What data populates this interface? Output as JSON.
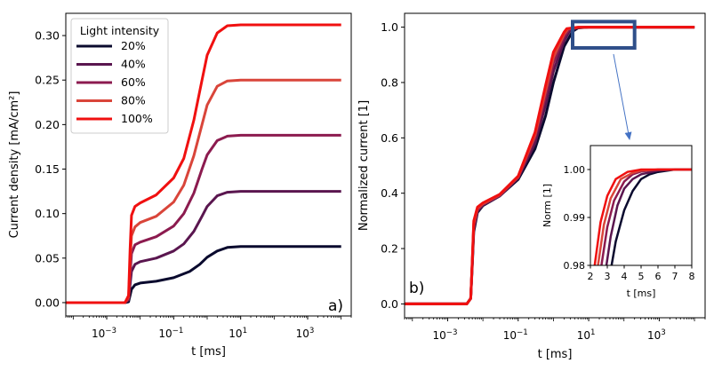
{
  "chart_data": [
    {
      "panel_label": "a)",
      "type": "line",
      "xlabel": "t [ms]",
      "ylabel": "Current density [mA/cm²]",
      "xscale": "log",
      "xlim": [
        6e-05,
        20000
      ],
      "ylim": [
        -0.015,
        0.325
      ],
      "xticks": [
        {
          "value": 0.001,
          "label": "10",
          "exp": "−3"
        },
        {
          "value": 0.1,
          "label": "10",
          "exp": "−1"
        },
        {
          "value": 10,
          "label": "10",
          "exp": "1"
        },
        {
          "value": 1000,
          "label": "10",
          "exp": "3"
        }
      ],
      "yticks": [
        {
          "value": 0.0,
          "label": "0.00"
        },
        {
          "value": 0.05,
          "label": "0.05"
        },
        {
          "value": 0.1,
          "label": "0.10"
        },
        {
          "value": 0.15,
          "label": "0.15"
        },
        {
          "value": 0.2,
          "label": "0.20"
        },
        {
          "value": 0.25,
          "label": "0.25"
        },
        {
          "value": 0.3,
          "label": "0.30"
        }
      ],
      "grid": false,
      "legend": {
        "title": "Light intensity",
        "placement": "top-left"
      },
      "series": [
        {
          "name": "20%",
          "color": "#0a0a2e",
          "x": [
            6e-05,
            0.0035,
            0.0045,
            0.005,
            0.0055,
            0.007,
            0.01,
            0.03,
            0.1,
            0.3,
            0.6,
            1,
            2,
            4,
            10,
            100,
            10000
          ],
          "y": [
            0,
            0,
            0.001,
            0.008,
            0.015,
            0.02,
            0.022,
            0.024,
            0.028,
            0.035,
            0.043,
            0.051,
            0.058,
            0.062,
            0.063,
            0.063,
            0.063
          ]
        },
        {
          "name": "40%",
          "color": "#5a164f",
          "x": [
            6e-05,
            0.0035,
            0.0045,
            0.005,
            0.0055,
            0.007,
            0.01,
            0.03,
            0.1,
            0.2,
            0.4,
            0.7,
            1,
            2,
            4,
            10,
            100,
            10000
          ],
          "y": [
            0,
            0,
            0.003,
            0.02,
            0.035,
            0.043,
            0.046,
            0.05,
            0.058,
            0.066,
            0.08,
            0.097,
            0.108,
            0.12,
            0.124,
            0.125,
            0.125,
            0.125
          ]
        },
        {
          "name": "60%",
          "color": "#8c1b4f",
          "x": [
            6e-05,
            0.0035,
            0.0045,
            0.005,
            0.0055,
            0.007,
            0.01,
            0.03,
            0.1,
            0.2,
            0.4,
            0.7,
            1,
            2,
            4,
            10,
            100,
            10000
          ],
          "y": [
            0,
            0,
            0.004,
            0.03,
            0.055,
            0.065,
            0.068,
            0.074,
            0.086,
            0.1,
            0.123,
            0.15,
            0.166,
            0.182,
            0.187,
            0.188,
            0.188,
            0.188
          ]
        },
        {
          "name": "80%",
          "color": "#d9453a",
          "x": [
            6e-05,
            0.0035,
            0.0045,
            0.005,
            0.0055,
            0.007,
            0.01,
            0.03,
            0.1,
            0.2,
            0.4,
            0.7,
            1,
            2,
            4,
            10,
            100,
            10000
          ],
          "y": [
            0,
            0,
            0.006,
            0.045,
            0.075,
            0.085,
            0.09,
            0.097,
            0.113,
            0.132,
            0.165,
            0.2,
            0.222,
            0.243,
            0.249,
            0.25,
            0.25,
            0.25
          ]
        },
        {
          "name": "100%",
          "color": "#f01010",
          "x": [
            6e-05,
            0.0035,
            0.0045,
            0.005,
            0.0055,
            0.007,
            0.01,
            0.03,
            0.1,
            0.2,
            0.4,
            0.7,
            1,
            2,
            4,
            10,
            100,
            10000
          ],
          "y": [
            0,
            0,
            0.008,
            0.06,
            0.098,
            0.108,
            0.112,
            0.121,
            0.14,
            0.162,
            0.205,
            0.25,
            0.278,
            0.303,
            0.311,
            0.312,
            0.312,
            0.312
          ]
        }
      ]
    },
    {
      "panel_label": "b)",
      "type": "line",
      "xlabel": "t [ms]",
      "ylabel": "Normalized current [1]",
      "xscale": "log",
      "xlim": [
        6e-05,
        20000
      ],
      "ylim": [
        -0.05,
        1.05
      ],
      "xticks": [
        {
          "value": 0.001,
          "label": "10",
          "exp": "−3"
        },
        {
          "value": 0.1,
          "label": "10",
          "exp": "−1"
        },
        {
          "value": 10,
          "label": "10",
          "exp": "1"
        },
        {
          "value": 1000,
          "label": "10",
          "exp": "3"
        }
      ],
      "yticks": [
        {
          "value": 0.0,
          "label": "0.0"
        },
        {
          "value": 0.2,
          "label": "0.2"
        },
        {
          "value": 0.4,
          "label": "0.4"
        },
        {
          "value": 0.6,
          "label": "0.6"
        },
        {
          "value": 0.8,
          "label": "0.8"
        },
        {
          "value": 1.0,
          "label": "1.0"
        }
      ],
      "grid": false,
      "series": [
        {
          "name": "20%",
          "color": "#0a0a2e",
          "x": [
            6e-05,
            0.0035,
            0.0045,
            0.005,
            0.0055,
            0.007,
            0.01,
            0.03,
            0.1,
            0.3,
            0.6,
            1,
            2,
            3.5,
            5,
            10,
            100,
            10000
          ],
          "y": [
            0,
            0,
            0.02,
            0.14,
            0.26,
            0.33,
            0.355,
            0.39,
            0.45,
            0.56,
            0.68,
            0.8,
            0.93,
            0.985,
            0.997,
            1.0,
            1.0,
            1.0
          ]
        },
        {
          "name": "40%",
          "color": "#5a164f",
          "x": [
            6e-05,
            0.0035,
            0.0045,
            0.005,
            0.0055,
            0.007,
            0.01,
            0.03,
            0.1,
            0.3,
            0.6,
            1,
            2,
            3,
            5,
            10,
            100,
            10000
          ],
          "y": [
            0,
            0,
            0.02,
            0.15,
            0.27,
            0.335,
            0.357,
            0.39,
            0.455,
            0.58,
            0.72,
            0.84,
            0.95,
            0.99,
            0.998,
            1.0,
            1.0,
            1.0
          ]
        },
        {
          "name": "60%",
          "color": "#8c1b4f",
          "x": [
            6e-05,
            0.0035,
            0.0045,
            0.005,
            0.0055,
            0.007,
            0.01,
            0.03,
            0.1,
            0.3,
            0.6,
            1,
            2,
            2.8,
            5,
            10,
            100,
            10000
          ],
          "y": [
            0,
            0,
            0.02,
            0.15,
            0.28,
            0.34,
            0.36,
            0.392,
            0.458,
            0.6,
            0.75,
            0.87,
            0.965,
            0.992,
            0.999,
            1.0,
            1.0,
            1.0
          ]
        },
        {
          "name": "80%",
          "color": "#d9453a",
          "x": [
            6e-05,
            0.0035,
            0.0045,
            0.005,
            0.0055,
            0.007,
            0.01,
            0.03,
            0.1,
            0.3,
            0.6,
            1,
            2,
            2.6,
            5,
            10,
            100,
            10000
          ],
          "y": [
            0,
            0,
            0.02,
            0.16,
            0.29,
            0.345,
            0.362,
            0.394,
            0.46,
            0.61,
            0.77,
            0.89,
            0.975,
            0.994,
            0.999,
            1.0,
            1.0,
            1.0
          ]
        },
        {
          "name": "100%",
          "color": "#f01010",
          "x": [
            6e-05,
            0.0035,
            0.0045,
            0.005,
            0.0055,
            0.007,
            0.01,
            0.03,
            0.1,
            0.3,
            0.6,
            1,
            2,
            2.4,
            5,
            10,
            100,
            10000
          ],
          "y": [
            0,
            0,
            0.02,
            0.16,
            0.3,
            0.35,
            0.365,
            0.396,
            0.462,
            0.62,
            0.79,
            0.91,
            0.982,
            0.995,
            1.0,
            1.0,
            1.0,
            1.0
          ]
        }
      ],
      "highlight_box": {
        "xlim": [
          3.5,
          200
        ],
        "ylim": [
          0.925,
          1.02
        ],
        "color": "#2f4f8a"
      },
      "inset": {
        "xlabel": "t [ms]",
        "ylabel": "Norm [1]",
        "xscale": "linear",
        "xlim": [
          2,
          8
        ],
        "ylim": [
          0.98,
          1.005
        ],
        "xticks": [
          {
            "value": 2,
            "label": "2"
          },
          {
            "value": 3,
            "label": "3"
          },
          {
            "value": 4,
            "label": "4"
          },
          {
            "value": 5,
            "label": "5"
          },
          {
            "value": 6,
            "label": "6"
          },
          {
            "value": 7,
            "label": "7"
          },
          {
            "value": 8,
            "label": "8"
          }
        ],
        "yticks": [
          {
            "value": 0.98,
            "label": "0.98"
          },
          {
            "value": 0.99,
            "label": "0.99"
          },
          {
            "value": 1.0,
            "label": "1.00"
          }
        ],
        "series": [
          {
            "name": "20%",
            "color": "#0a0a2e",
            "x": [
              3.25,
              3.5,
              4,
              4.5,
              5,
              5.5,
              6,
              7,
              8
            ],
            "y": [
              0.98,
              0.985,
              0.9915,
              0.9955,
              0.998,
              0.999,
              0.9995,
              1.0,
              1.0
            ]
          },
          {
            "name": "40%",
            "color": "#5a164f",
            "x": [
              2.95,
              3.2,
              3.6,
              4,
              4.5,
              5,
              6,
              7,
              8
            ],
            "y": [
              0.98,
              0.986,
              0.9925,
              0.996,
              0.998,
              0.999,
              0.9998,
              1.0,
              1.0
            ]
          },
          {
            "name": "60%",
            "color": "#8c1b4f",
            "x": [
              2.65,
              3,
              3.4,
              4,
              4.5,
              5,
              6,
              7,
              8
            ],
            "y": [
              0.98,
              0.988,
              0.9935,
              0.9975,
              0.999,
              0.9996,
              1.0,
              1.0,
              1.0
            ]
          },
          {
            "name": "80%",
            "color": "#d9453a",
            "x": [
              2.45,
              2.8,
              3.2,
              3.8,
              4.5,
              5,
              6,
              7,
              8
            ],
            "y": [
              0.98,
              0.9885,
              0.994,
              0.998,
              0.9993,
              0.9998,
              1.0,
              1.0,
              1.0
            ]
          },
          {
            "name": "100%",
            "color": "#f01010",
            "x": [
              2.25,
              2.6,
              3,
              3.5,
              4.2,
              5,
              6,
              7,
              8
            ],
            "y": [
              0.98,
              0.989,
              0.9945,
              0.998,
              0.9995,
              1.0,
              1.0,
              1.0,
              1.0
            ]
          }
        ]
      }
    }
  ]
}
